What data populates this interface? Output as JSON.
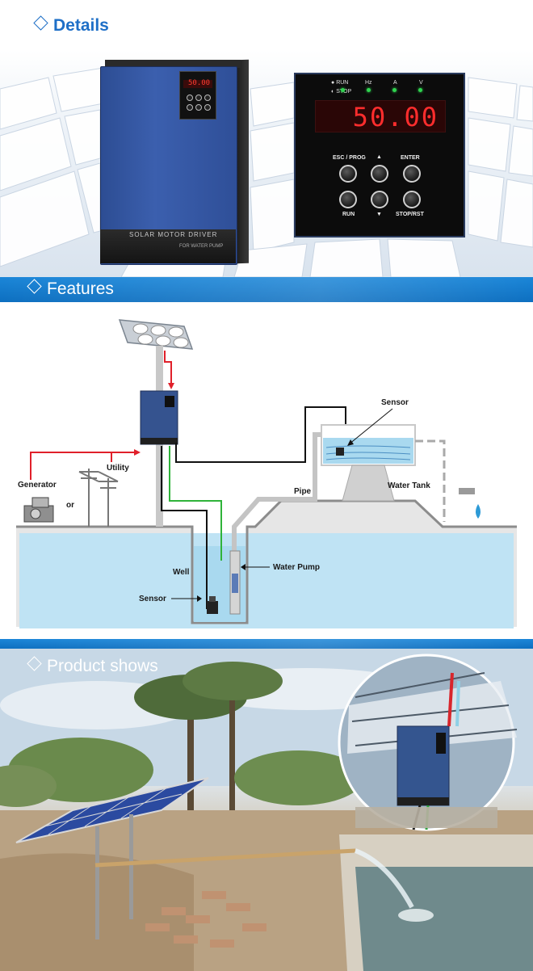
{
  "sections": {
    "details": {
      "title": "Details"
    },
    "features": {
      "title": "Features"
    },
    "product": {
      "title": "Product shows"
    }
  },
  "device": {
    "label_main": "Solar Motor Driver",
    "label_sub": "FOR WATER PUMP",
    "mini_readout": "50.00"
  },
  "panel": {
    "run_indicator": "RUN",
    "stop_indicator": "STOP",
    "hz_label": "Hz",
    "a_label": "A",
    "v_label": "V",
    "readout": "50.00",
    "buttons": {
      "esc_prog": "ESC / PROG",
      "up": "▲",
      "enter": "ENTER",
      "run": "RUN",
      "down": "▼",
      "stop_rst": "STOP/RST"
    }
  },
  "diagram_labels": {
    "sensor_top": "Sensor",
    "generator": "Generator",
    "utility": "Utility",
    "or": "or",
    "pipe": "Pipe",
    "water_tank": "Water Tank",
    "well": "Well",
    "water_pump": "Water Pump",
    "sensor_well": "Sensor"
  },
  "colors": {
    "accent": "#1e6fc7",
    "bar": "#0d6fc0",
    "power_line": "#e0202a",
    "signal_line": "#2fb33a",
    "water": "#bfe3f4"
  }
}
